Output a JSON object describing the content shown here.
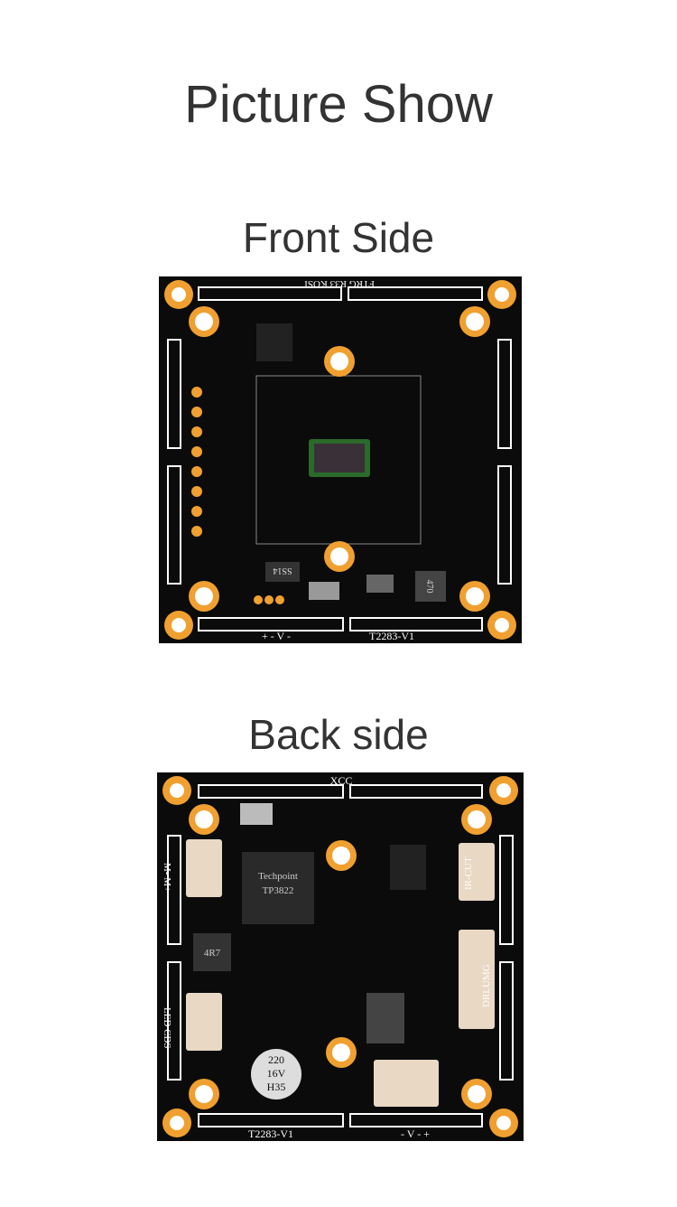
{
  "title": "Picture Show",
  "front": {
    "heading": "Front Side",
    "silkscreen": [
      "FTRG R33 KOSI",
      "+ - V -",
      "T2283-V1",
      "SS14",
      "470"
    ]
  },
  "back": {
    "heading": "Back side",
    "silkscreen": [
      "XCC",
      "M- M+",
      "IR-CUT",
      "DRLUMG",
      "LED CDS",
      "T2283-V1",
      "- V - +",
      "Techpoint",
      "TP3822",
      "4R7",
      "220 16V H35"
    ]
  },
  "colors": {
    "board": "#0b0b0b",
    "pad": "#f0a030",
    "silk": "#ffffff"
  }
}
